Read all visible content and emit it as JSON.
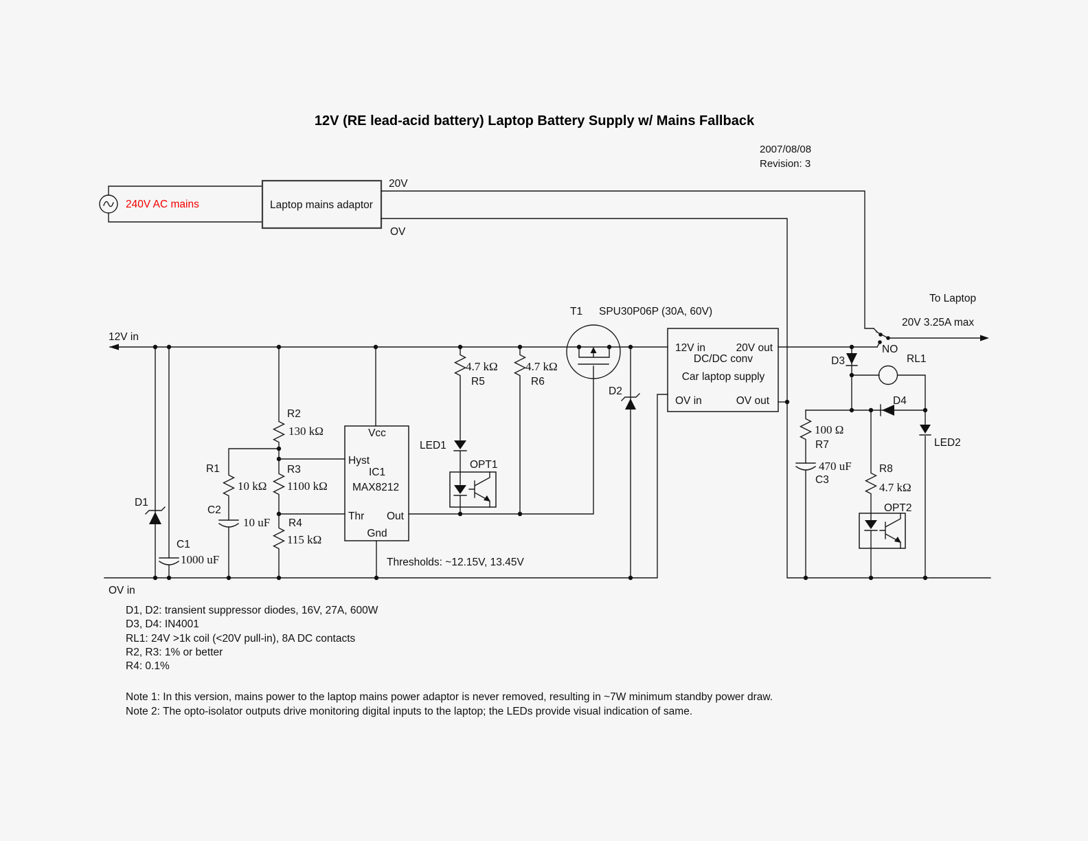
{
  "title": "12V (RE lead-acid battery) Laptop Battery Supply w/ Mains Fallback",
  "meta": {
    "date": "2007/08/08",
    "revision": "Revision: 3"
  },
  "colors": {
    "accent_red": "#f40000",
    "ink": "#1a1a1a",
    "background": "#f6f6f6"
  },
  "mains": {
    "source_label": "240V AC mains",
    "adaptor_label": "Laptop mains adaptor",
    "out_20v": "20V",
    "out_0v": "OV"
  },
  "rails": {
    "in_12v": "12V in",
    "in_0v": "OV in"
  },
  "output": {
    "to_laptop": "To Laptop",
    "rating": "20V 3.25A max",
    "no_contact": "NO"
  },
  "ic1": {
    "ref": "IC1",
    "part": "MAX8212",
    "pins": {
      "vcc": "Vcc",
      "hyst": "Hyst",
      "thr": "Thr",
      "out": "Out",
      "gnd": "Gnd"
    },
    "thresholds": "Thresholds: ~12.15V, 13.45V"
  },
  "dcdc": {
    "in_12v": "12V in",
    "out_20v": "20V out",
    "line1": "DC/DC conv",
    "line2": "Car laptop supply",
    "in_0v": "OV in",
    "out_0v": "OV out"
  },
  "components": {
    "d1": "D1",
    "d2": "D2",
    "d3": "D3",
    "d4": "D4",
    "rl1": "RL1",
    "led1": "LED1",
    "led2": "LED2",
    "opt1": "OPT1",
    "opt2": "OPT2",
    "c1": {
      "ref": "C1",
      "value": "1000 uF"
    },
    "c2": {
      "ref": "C2",
      "value": "10 uF"
    },
    "c3": {
      "ref": "C3",
      "value": "470 uF"
    },
    "r1": {
      "ref": "R1",
      "value": "10 kΩ"
    },
    "r2": {
      "ref": "R2",
      "value": "130 kΩ"
    },
    "r3": {
      "ref": "R3",
      "value": "1100 kΩ"
    },
    "r4": {
      "ref": "R4",
      "value": "115 kΩ"
    },
    "r5": {
      "ref": "R5",
      "value": "4.7 kΩ"
    },
    "r6": {
      "ref": "R6",
      "value": "4.7 kΩ"
    },
    "r7": {
      "ref": "R7",
      "value": "100 Ω"
    },
    "r8": {
      "ref": "R8",
      "value": "4.7 kΩ"
    },
    "t1": {
      "ref": "T1",
      "value": "SPU30P06P (30A, 60V)"
    }
  },
  "notes": [
    "D1, D2: transient suppressor diodes, 16V, 27A, 600W",
    "D3, D4: IN4001",
    "RL1: 24V >1k coil (<20V pull-in), 8A DC contacts",
    "R2, R3: 1% or better",
    "R4: 0.1%"
  ],
  "footnotes": [
    "Note 1: In this version, mains power to the laptop mains power adaptor is never removed, resulting in ~7W minimum standby power draw.",
    "Note 2: The opto-isolator outputs drive monitoring digital inputs to the laptop; the LEDs provide visual indication of same."
  ]
}
